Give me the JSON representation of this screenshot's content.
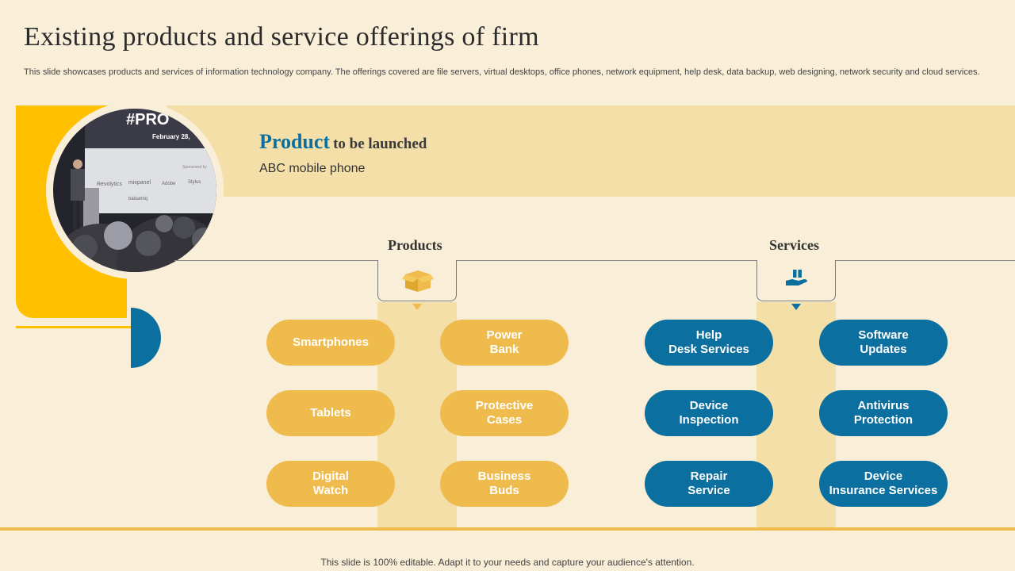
{
  "slide": {
    "title": "Existing products and service offerings of  firm",
    "description": "This slide showcases products and services of information technology company. The offerings covered are file servers, virtual desktops, office phones, network equipment, help desk, data backup, web designing, network security and cloud services.",
    "footer": "This slide is 100% editable. Adapt it to your needs and capture your audience's attention."
  },
  "photo": {
    "banner_text": "#PRO",
    "date_text": "February 28,",
    "sponsor_label": "Sponsored by",
    "sponsor_logos": [
      "Revolytics",
      "mixpanel",
      "Adobe",
      "Stylus",
      "balsamiq"
    ]
  },
  "launch": {
    "highlight": "Product",
    "heading_rest": "to be launched",
    "item": "ABC mobile phone"
  },
  "products": {
    "title": "Products",
    "icon": "box-icon",
    "items": [
      "Smartphones",
      "Power\nBank",
      "Tablets",
      "Protective\nCases",
      "Digital\nWatch",
      "Business\nBuds"
    ]
  },
  "services": {
    "title": "Services",
    "icon": "hand-package-icon",
    "items": [
      "Help\nDesk Services",
      "Software\nUpdates",
      "Device\nInspection",
      "Antivirus\nProtection",
      "Repair\nService",
      "Device\nInsurance Services"
    ]
  },
  "colors": {
    "gold": "#efbb4d",
    "blue": "#0b6fa0",
    "yellow": "#ffc000",
    "background": "#f9eed8",
    "banner": "#f5dfa8"
  }
}
